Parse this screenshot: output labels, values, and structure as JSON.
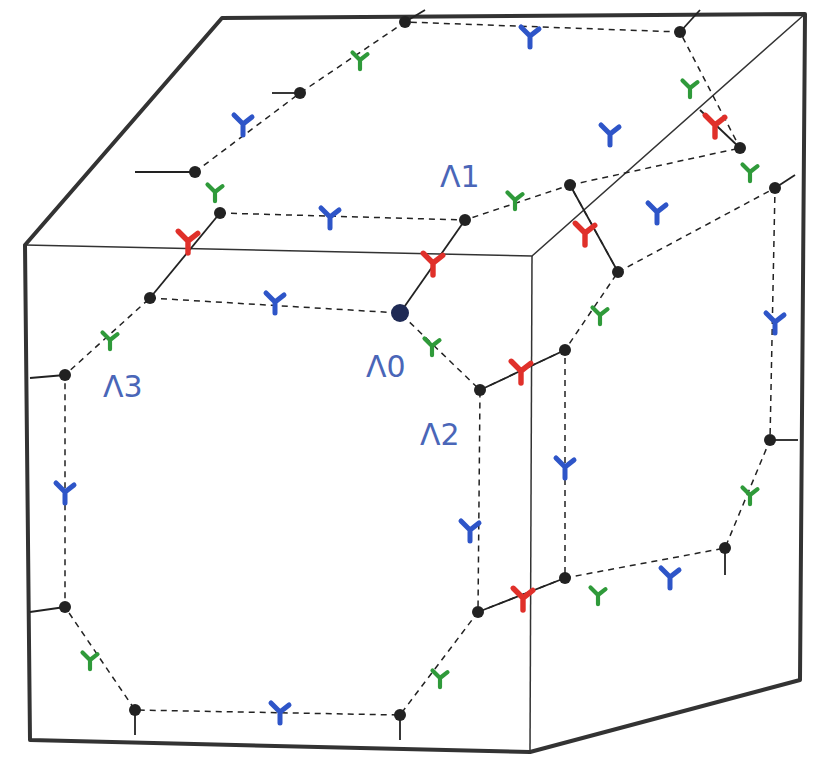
{
  "diagram": {
    "labels": [
      "Λ1",
      "Λ3",
      "Λ0",
      "Λ2"
    ]
  }
}
